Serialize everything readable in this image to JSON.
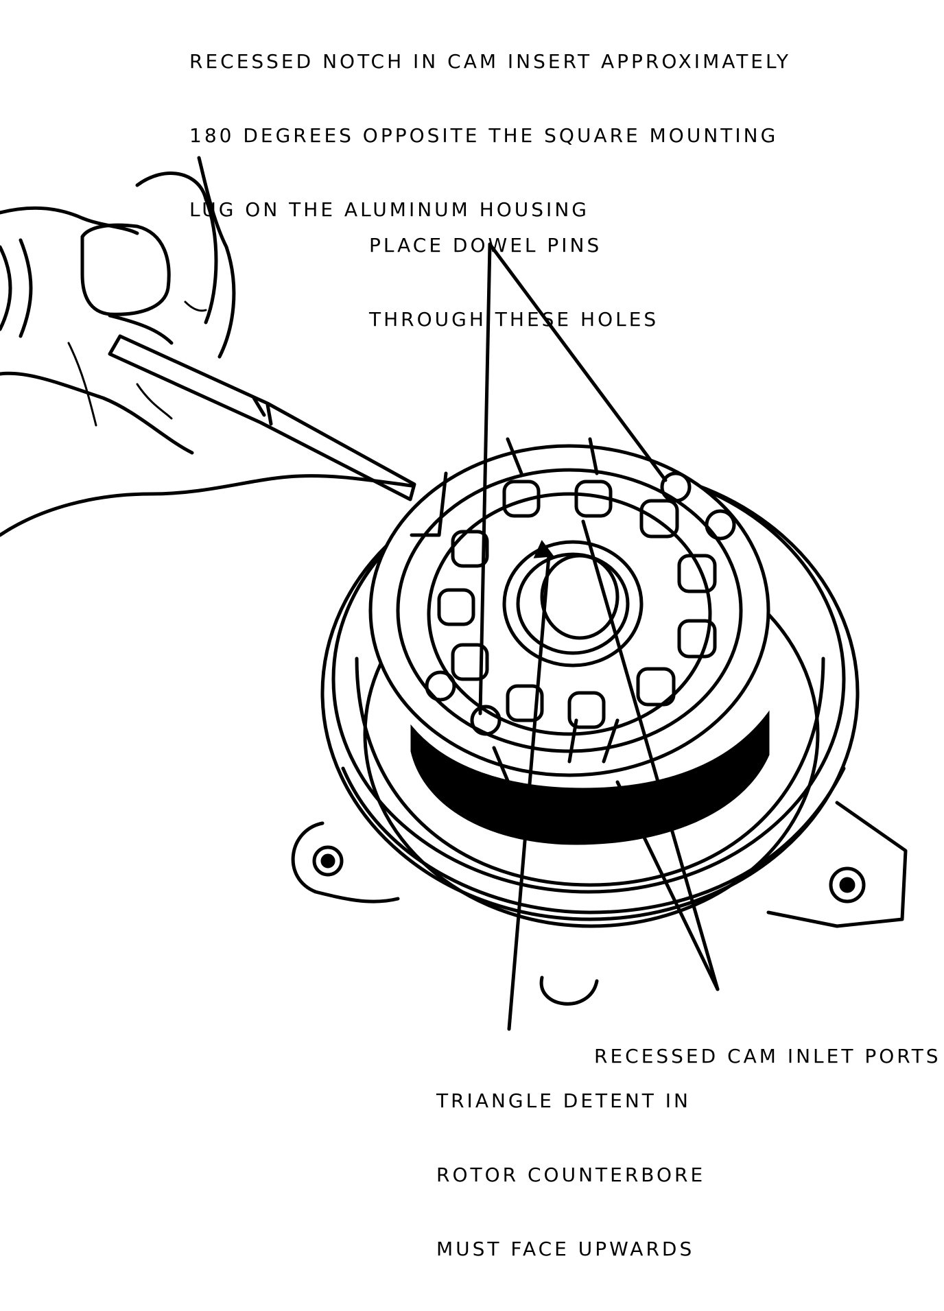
{
  "labels": {
    "notch": {
      "line1": "RECESSED NOTCH IN CAM INSERT APPROXIMATELY",
      "line2": "180 DEGREES OPPOSITE THE SQUARE MOUNTING",
      "line3": "LUG ON THE ALUMINUM HOUSING"
    },
    "dowel": {
      "line1": "PLACE DOWEL PINS",
      "line2": "THROUGH THESE HOLES"
    },
    "inlet": {
      "line1": "RECESSED CAM INLET PORTS"
    },
    "detent": {
      "line1": "TRIANGLE DETENT IN",
      "line2": "ROTOR COUNTERBORE",
      "line3": "MUST FACE UPWARDS"
    }
  },
  "colors": {
    "ink": "#000000",
    "paper": "#ffffff"
  }
}
